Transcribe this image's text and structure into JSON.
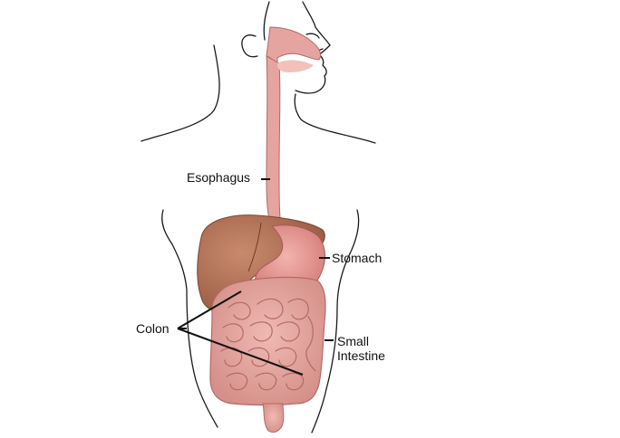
{
  "labels": {
    "esophagus": "Esophagus",
    "stomach": "Stomach",
    "colon": "Colon",
    "small_intestine_line1": "Small",
    "small_intestine_line2": "Intestine"
  },
  "colors": {
    "outline": "#1a1a1a",
    "esophagus_fill": "#e5a4a0",
    "liver_fill": "#b47358",
    "stomach_fill": "#e89a96",
    "intestine_fill": "#e3a7a0",
    "intestine_line": "#b56a67"
  }
}
